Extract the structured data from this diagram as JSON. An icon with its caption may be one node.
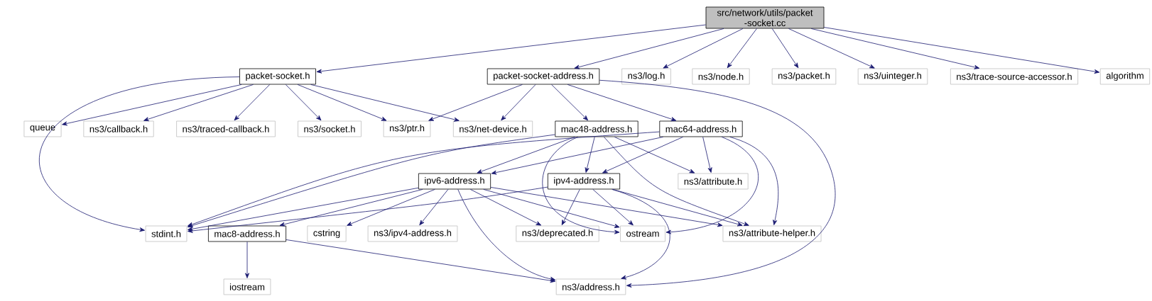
{
  "diagram": {
    "nodes": [
      {
        "text": [
          "src/network/utils/packet -socket.cc"
        ]
      },
      {
        "text": [
          "packet-socket.h"
        ]
      },
      {
        "text": [
          "packet-socket-address.h"
        ]
      },
      {
        "text": [
          "ns3/log.h"
        ]
      },
      {
        "text": [
          "ns3/node.h"
        ]
      },
      {
        "text": [
          "ns3/packet.h"
        ]
      },
      {
        "text": [
          "ns3/uinteger.h"
        ]
      },
      {
        "text": [
          "ns3/trace-source-accessor.h"
        ]
      },
      {
        "text": [
          "algorithm"
        ]
      },
      {
        "text": [
          "queue"
        ]
      },
      {
        "text": [
          "ns3/callback.h"
        ]
      },
      {
        "text": [
          "ns3/traced-callback.h"
        ]
      },
      {
        "text": [
          "ns3/socket.h"
        ]
      },
      {
        "text": [
          "ns3/ptr.h"
        ]
      },
      {
        "text": [
          "ns3/net-device.h"
        ]
      },
      {
        "text": [
          "mac48-address.h"
        ]
      },
      {
        "text": [
          "mac64-address.h"
        ]
      },
      {
        "text": [
          "ipv6-address.h"
        ]
      },
      {
        "text": [
          "ipv4-address.h"
        ]
      },
      {
        "text": [
          "ns3/attribute.h"
        ]
      },
      {
        "text": [
          "stdint.h"
        ]
      },
      {
        "text": [
          "mac8-address.h"
        ]
      },
      {
        "text": [
          "cstring"
        ]
      },
      {
        "text": [
          "ns3/ipv4-address.h"
        ]
      },
      {
        "text": [
          "ns3/deprecated.h"
        ]
      },
      {
        "text": [
          "ostream"
        ]
      },
      {
        "text": [
          "ns3/attribute-helper.h"
        ]
      },
      {
        "text": [
          "iostream"
        ]
      },
      {
        "text": [
          "ns3/address.h"
        ]
      }
    ],
    "edges": [
      {
        "from": 0,
        "to": 1,
        "arrow": "to"
      },
      {
        "from": 0,
        "to": 2,
        "arrow": "to"
      },
      {
        "from": 0,
        "to": 3,
        "arrow": "to"
      },
      {
        "from": 0,
        "to": 4,
        "arrow": "to"
      },
      {
        "from": 0,
        "to": 5,
        "arrow": "to"
      },
      {
        "from": 0,
        "to": 6,
        "arrow": "to"
      },
      {
        "from": 0,
        "to": 7,
        "arrow": "to"
      },
      {
        "from": 0,
        "to": 8,
        "arrow": "to"
      },
      {
        "from": 1,
        "to": 20,
        "arrow": "to"
      },
      {
        "from": 1,
        "to": 9,
        "arrow": "to"
      },
      {
        "from": 1,
        "to": 10,
        "arrow": "to"
      },
      {
        "from": 1,
        "to": 11,
        "arrow": "to"
      },
      {
        "from": 1,
        "to": 12,
        "arrow": "to"
      },
      {
        "from": 1,
        "to": 13,
        "arrow": "to"
      },
      {
        "from": 1,
        "to": 14,
        "arrow": "to"
      },
      {
        "from": 2,
        "to": 13,
        "arrow": "to"
      },
      {
        "from": 2,
        "to": 14,
        "arrow": "to"
      },
      {
        "from": 2,
        "to": 15,
        "arrow": "to"
      },
      {
        "from": 2,
        "to": 16,
        "arrow": "to"
      },
      {
        "from": 2,
        "to": 28,
        "arrow": "to"
      },
      {
        "from": 15,
        "to": 20,
        "arrow": "to"
      },
      {
        "from": 15,
        "to": 17,
        "arrow": "to"
      },
      {
        "from": 15,
        "to": 18,
        "arrow": "to"
      },
      {
        "from": 15,
        "to": 25,
        "arrow": "to"
      },
      {
        "from": 15,
        "to": 19,
        "arrow": "to"
      },
      {
        "from": 15,
        "to": 26,
        "arrow": "to"
      },
      {
        "from": 16,
        "to": 20,
        "arrow": "to"
      },
      {
        "from": 16,
        "to": 17,
        "arrow": "to"
      },
      {
        "from": 16,
        "to": 18,
        "arrow": "to"
      },
      {
        "from": 16,
        "to": 19,
        "arrow": "to"
      },
      {
        "from": 16,
        "to": 25,
        "arrow": "to"
      },
      {
        "from": 16,
        "to": 26,
        "arrow": "to"
      },
      {
        "from": 17,
        "to": 20,
        "arrow": "to"
      },
      {
        "from": 17,
        "to": 21,
        "arrow": "to"
      },
      {
        "from": 17,
        "to": 22,
        "arrow": "to"
      },
      {
        "from": 17,
        "to": 23,
        "arrow": "to"
      },
      {
        "from": 17,
        "to": 24,
        "arrow": "to"
      },
      {
        "from": 17,
        "to": 25,
        "arrow": "to"
      },
      {
        "from": 17,
        "to": 26,
        "arrow": "to"
      },
      {
        "from": 17,
        "to": 28,
        "arrow": "to"
      },
      {
        "from": 18,
        "to": 20,
        "arrow": "to"
      },
      {
        "from": 18,
        "to": 24,
        "arrow": "to"
      },
      {
        "from": 18,
        "to": 25,
        "arrow": "to"
      },
      {
        "from": 18,
        "to": 26,
        "arrow": "to"
      },
      {
        "from": 18,
        "to": 28,
        "arrow": "to"
      },
      {
        "from": 21,
        "to": 27,
        "arrow": "to"
      },
      {
        "from": 21,
        "to": 28,
        "arrow": "to"
      }
    ]
  }
}
